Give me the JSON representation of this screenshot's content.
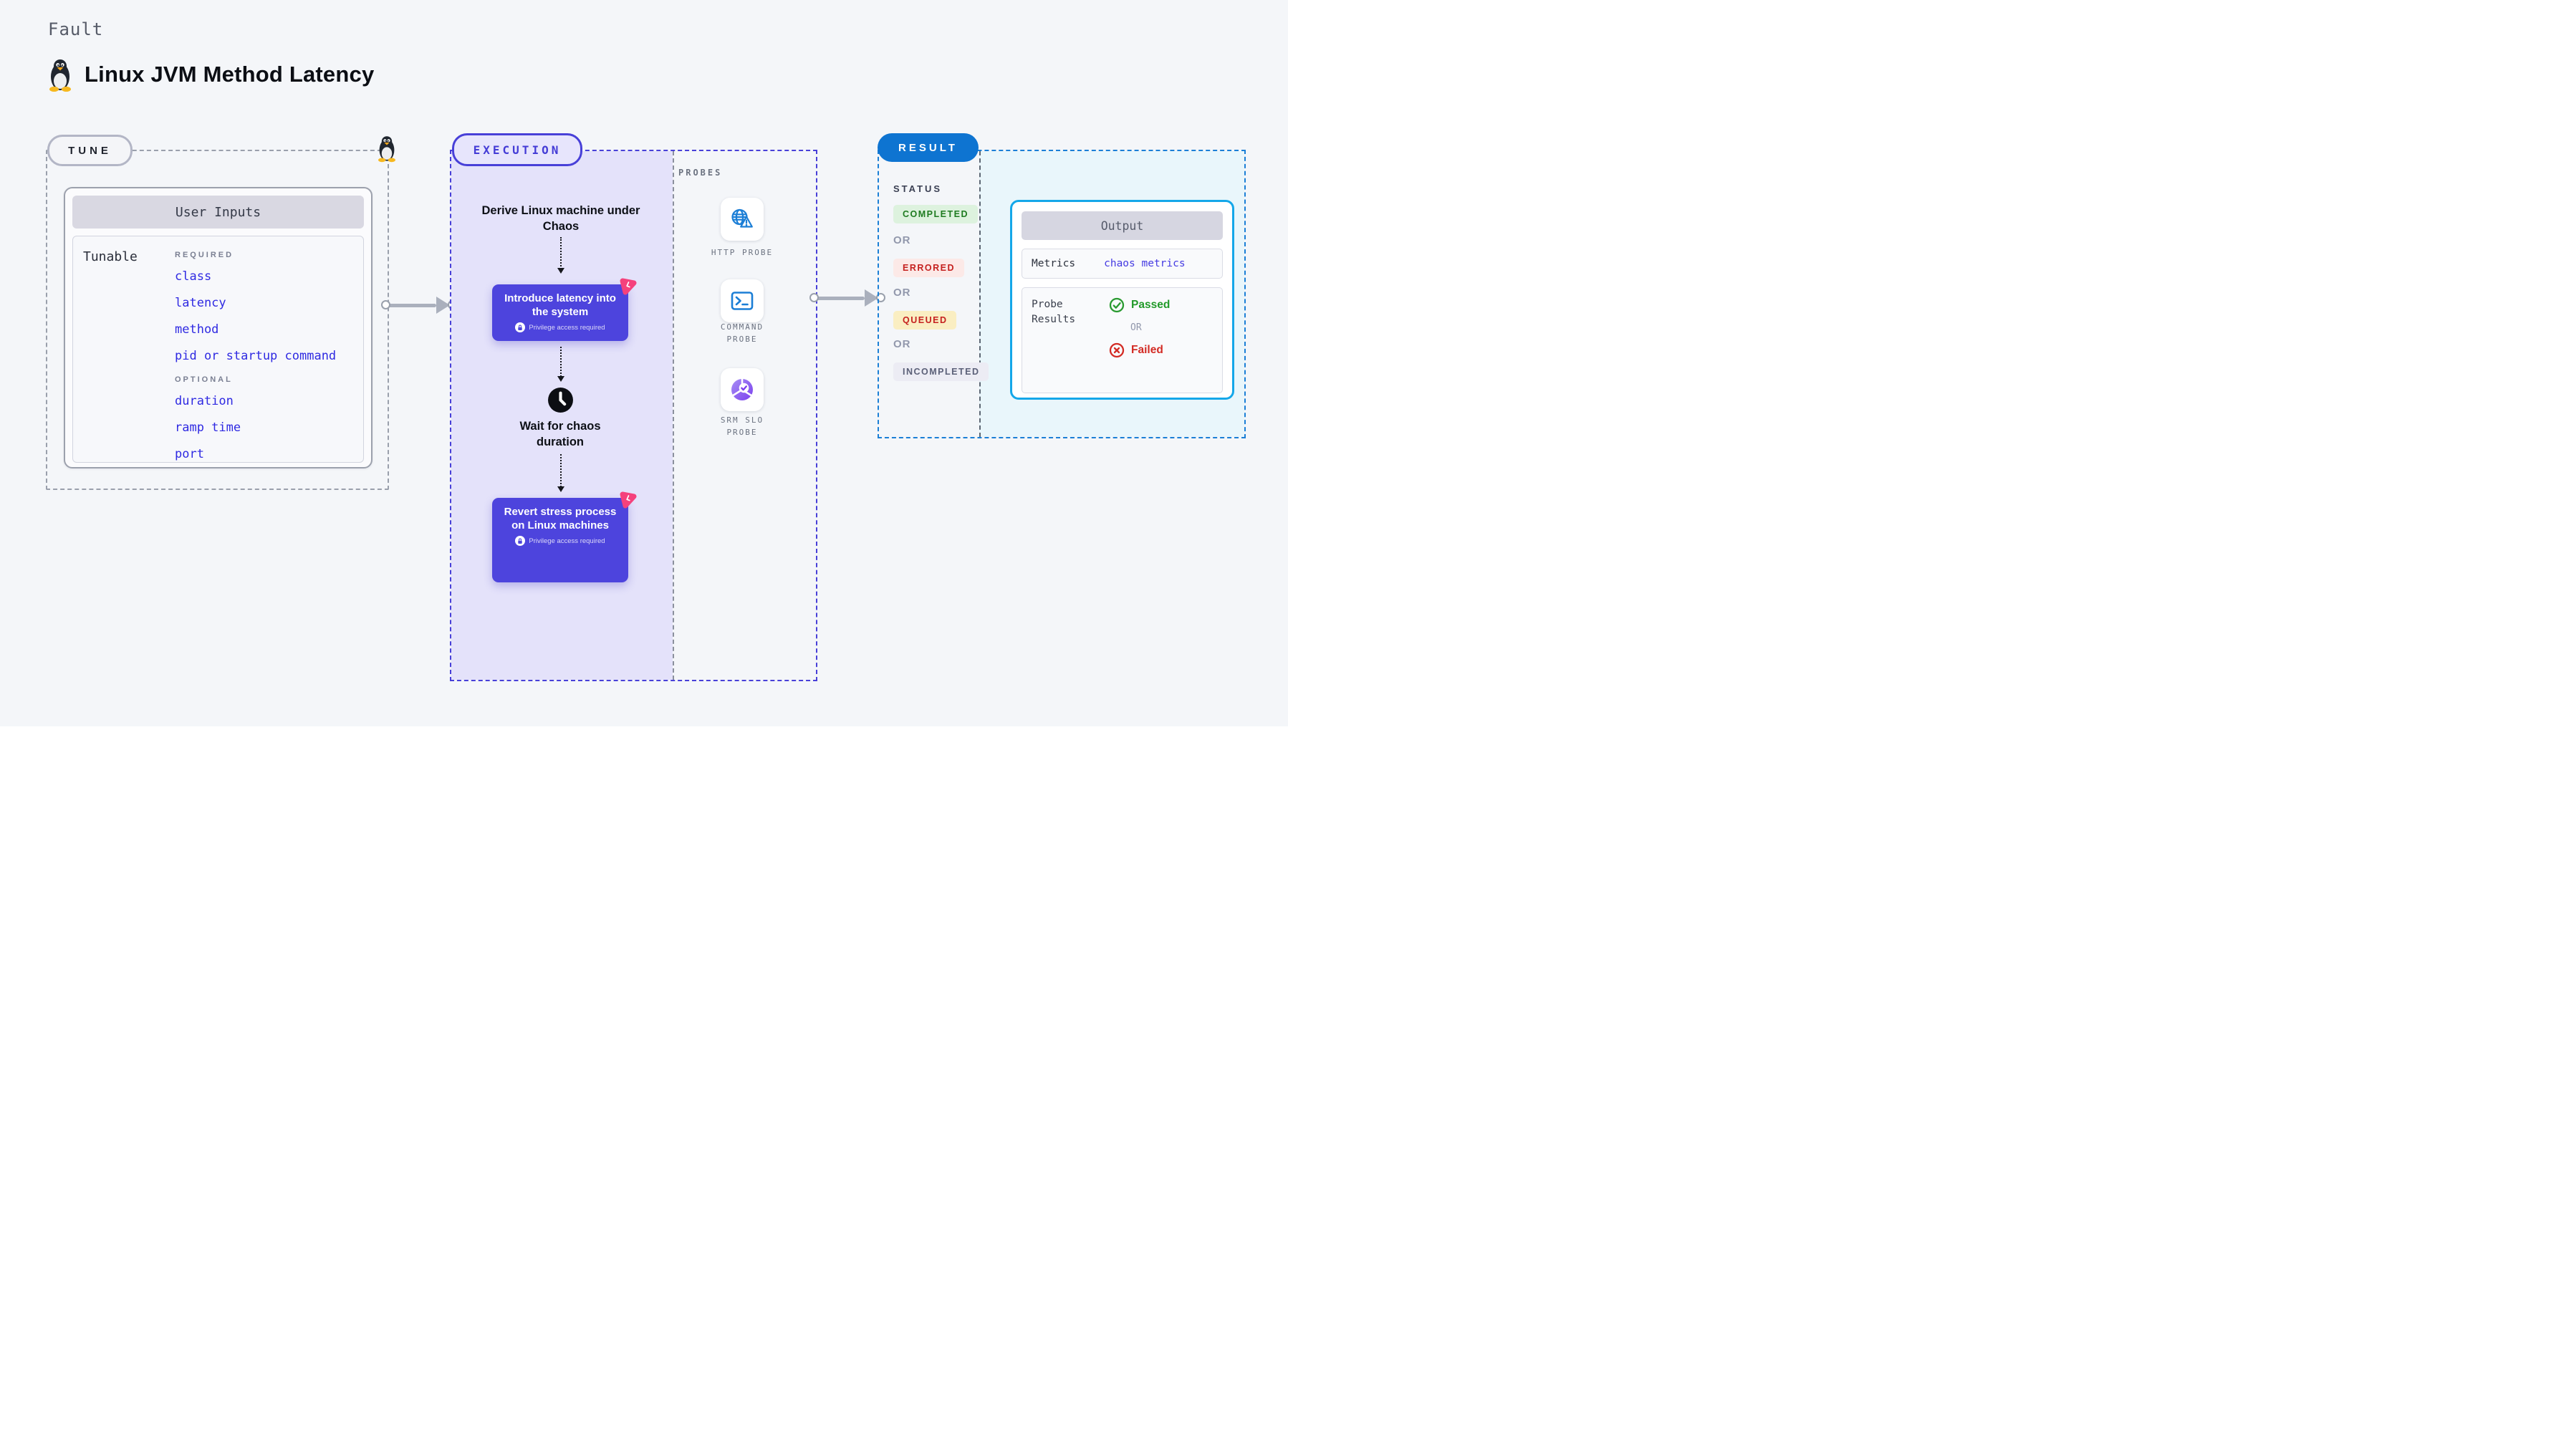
{
  "header": {
    "kicker": "Fault",
    "title": "Linux JVM Method Latency"
  },
  "tune": {
    "pill": "TUNE",
    "card_title": "User Inputs",
    "row_label": "Tunable",
    "required_label": "REQUIRED",
    "required_items": [
      "class",
      "latency",
      "method",
      "pid or startup command"
    ],
    "optional_label": "OPTIONAL",
    "optional_items": [
      "duration",
      "ramp time",
      "port"
    ]
  },
  "execution": {
    "pill": "EXECUTION",
    "step1": "Derive Linux machine under Chaos",
    "step2": {
      "title": "Introduce latency into the system",
      "note": "Privilege access required"
    },
    "step3": "Wait for chaos duration",
    "step4": {
      "title": "Revert stress process on Linux machines",
      "note": "Privilege access required"
    }
  },
  "probes": {
    "label": "PROBES",
    "items": [
      {
        "icon": "http-probe-icon",
        "label": "HTTP PROBE"
      },
      {
        "icon": "command-probe-icon",
        "label": "COMMAND PROBE"
      },
      {
        "icon": "srm-slo-probe-icon",
        "label": "SRM SLO PROBE"
      }
    ]
  },
  "result": {
    "pill": "RESULT",
    "status_label": "STATUS",
    "or": "OR",
    "statuses": [
      {
        "label": "COMPLETED",
        "text_color": "#1e7b20",
        "bg": "#ddf2de"
      },
      {
        "label": "ERRORED",
        "text_color": "#c5211f",
        "bg": "#fce9e7"
      },
      {
        "label": "QUEUED",
        "text_color": "#c5211f",
        "bg": "#faeec2"
      },
      {
        "label": "INCOMPLETED",
        "text_color": "#5b6078",
        "bg": "#ececf4"
      }
    ],
    "output": {
      "title": "Output",
      "metrics_label": "Metrics",
      "metrics_value": "chaos metrics",
      "probe_results_label": "Probe Results",
      "passed": "Passed",
      "or": "OR",
      "failed": "Failed"
    }
  },
  "colors": {
    "page_bg": "#f4f6f9",
    "indigo_accent": "#4840d8",
    "step_card": "#4d44dd",
    "lavender_panel": "#e4e2fa",
    "result_blue": "#0e74d1",
    "output_border": "#14a7e9",
    "result_panel_bg": "#e9f6fb",
    "chaos_pink": "#f5417c",
    "passed_green": "#229a2a",
    "failed_red": "#d32b24",
    "tunable_blue": "#2f2ae2",
    "arrow_gray": "#aab0bd"
  }
}
